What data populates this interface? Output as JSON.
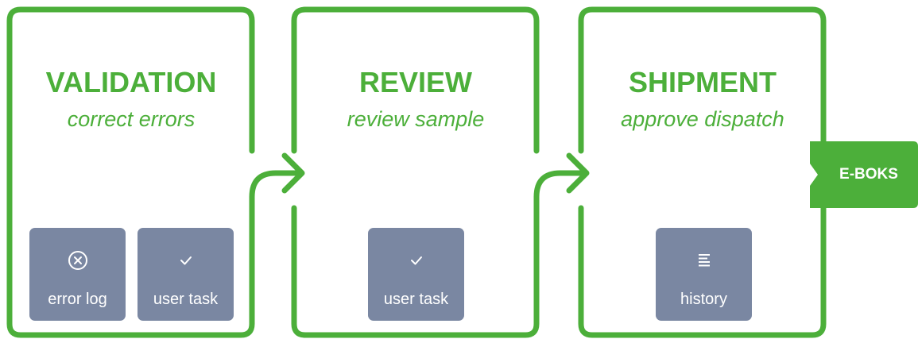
{
  "colors": {
    "accent": "#4caf3a",
    "tile": "#7a87a2",
    "tile_text": "#ffffff"
  },
  "stages": [
    {
      "title": "VALIDATION",
      "subtitle": "correct errors",
      "tiles": [
        {
          "label": "error log",
          "icon": "circle-x-icon"
        },
        {
          "label": "user task",
          "icon": "checkmark-icon"
        }
      ]
    },
    {
      "title": "REVIEW",
      "subtitle": "review sample",
      "tiles": [
        {
          "label": "user task",
          "icon": "checkmark-icon"
        }
      ]
    },
    {
      "title": "SHIPMENT",
      "subtitle": "approve dispatch",
      "tiles": [
        {
          "label": "history",
          "icon": "list-icon"
        }
      ]
    }
  ],
  "output": {
    "label": "E-BOKS"
  }
}
